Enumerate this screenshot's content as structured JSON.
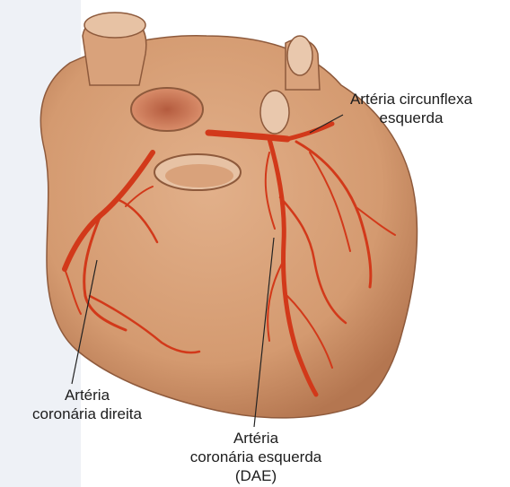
{
  "labels": {
    "circumflex": {
      "line1": "Artéria circunflexa",
      "line2": "esquerda"
    },
    "right_coronary": {
      "line1": "Artéria",
      "line2": "coronária direita"
    },
    "left_coronary": {
      "line1": "Artéria",
      "line2": "coronária esquerda",
      "line3": "(DAE)"
    }
  },
  "colors": {
    "heart_fill": "#d9a27b",
    "heart_shadow": "#b97a55",
    "artery": "#d2391a",
    "vessel_inner": "#c9714f",
    "leader": "#222222",
    "background_band": "#eef1f6"
  }
}
